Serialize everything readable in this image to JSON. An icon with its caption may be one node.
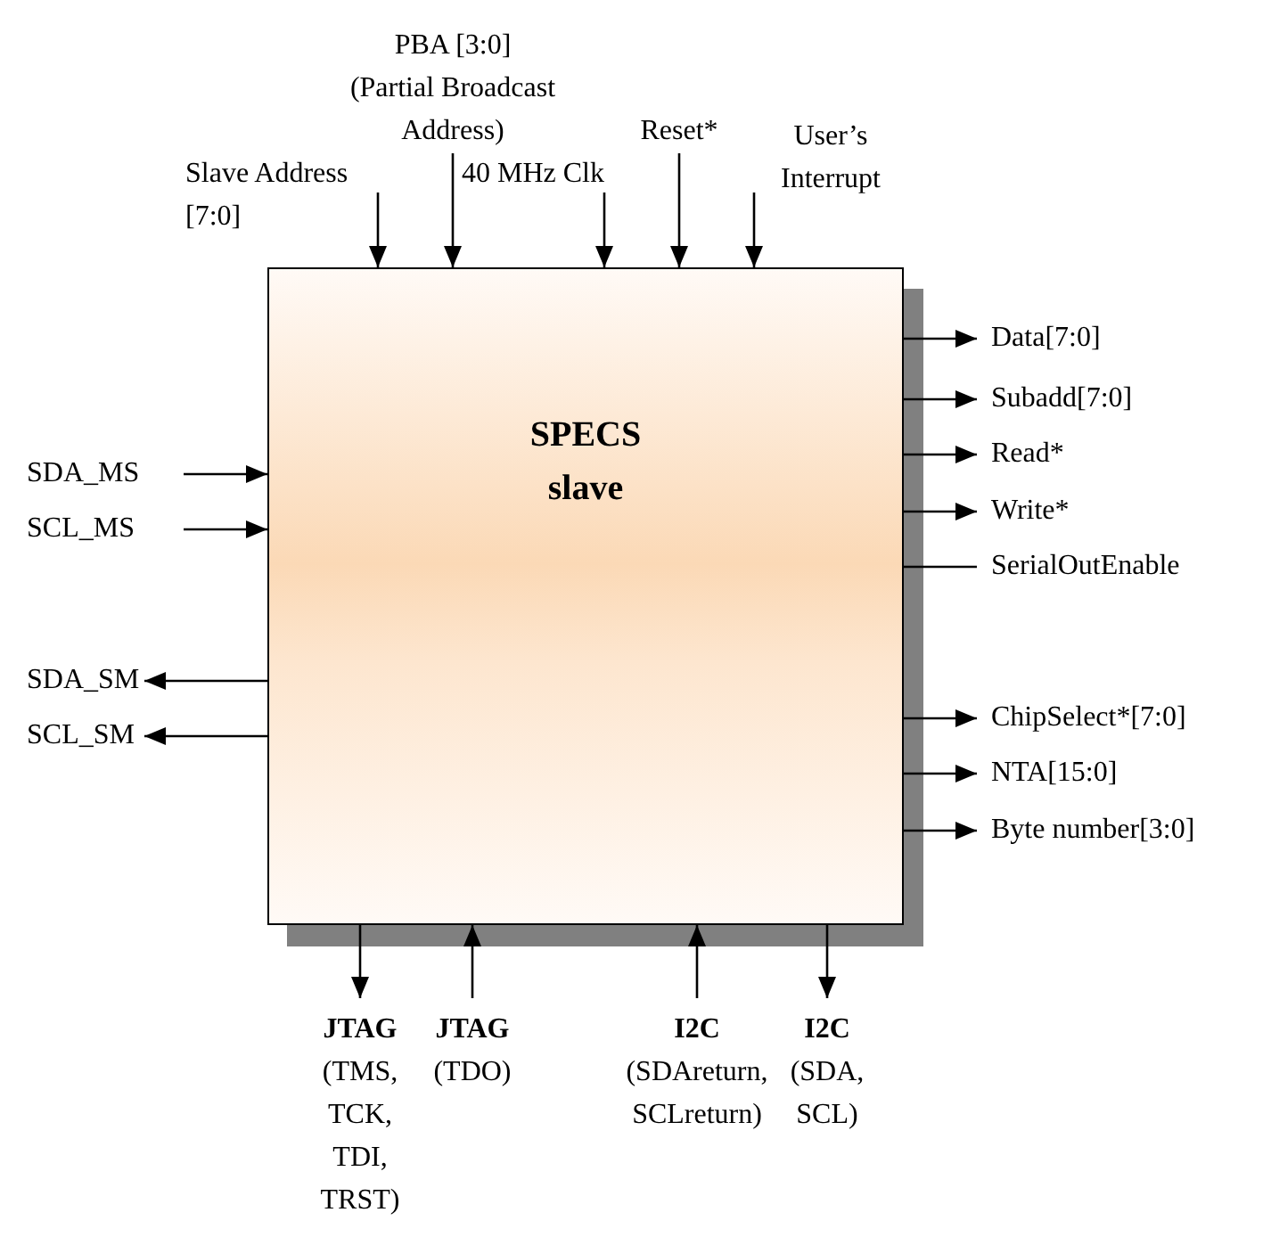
{
  "diagram": {
    "nodes": [
      {
        "text": [
          "SPECS slave"
        ]
      },
      {
        "text": [
          "Slave Address [7:0]"
        ]
      },
      {
        "text": [
          "PBA [3:0]",
          "(Partial Broadcast Address)"
        ]
      },
      {
        "text": [
          "40 MHz Clk"
        ]
      },
      {
        "text": [
          "Reset*"
        ]
      },
      {
        "text": [
          "User’s Interrupt"
        ]
      },
      {
        "text": [
          "SDA_MS"
        ]
      },
      {
        "text": [
          "SCL_MS"
        ]
      },
      {
        "text": [
          "SDA_SM"
        ]
      },
      {
        "text": [
          "SCL_SM"
        ]
      },
      {
        "text": [
          "Data[7:0]"
        ]
      },
      {
        "text": [
          "Subadd[7:0]"
        ]
      },
      {
        "text": [
          "Read*"
        ]
      },
      {
        "text": [
          "Write*"
        ]
      },
      {
        "text": [
          "SerialOutEnable"
        ]
      },
      {
        "text": [
          "ChipSelect*[7:0]"
        ]
      },
      {
        "text": [
          "NTA[15:0]"
        ]
      },
      {
        "text": [
          "Byte number[3:0]"
        ]
      },
      {
        "text": [
          "JTAG",
          "(TMS, TCK, TDI, TRST)"
        ]
      },
      {
        "text": [
          "JTAG",
          "(TDO)"
        ]
      },
      {
        "text": [
          "I2C",
          "(SDAreturn, SCLreturn)"
        ]
      },
      {
        "text": [
          "I2C",
          "(SDA, SCL)"
        ]
      }
    ],
    "edges": [
      {
        "from": 1,
        "to": 0,
        "arrow": "to"
      },
      {
        "from": 2,
        "to": 0,
        "arrow": "to"
      },
      {
        "from": 3,
        "to": 0,
        "arrow": "to"
      },
      {
        "from": 4,
        "to": 0,
        "arrow": "to"
      },
      {
        "from": 5,
        "to": 0,
        "arrow": "to"
      },
      {
        "from": 6,
        "to": 0,
        "arrow": "to"
      },
      {
        "from": 7,
        "to": 0,
        "arrow": "to"
      },
      {
        "from": 0,
        "to": 8,
        "arrow": "to"
      },
      {
        "from": 0,
        "to": 9,
        "arrow": "to"
      },
      {
        "from": 0,
        "to": 10,
        "arrow": "to"
      },
      {
        "from": 0,
        "to": 11,
        "arrow": "to"
      },
      {
        "from": 0,
        "to": 12,
        "arrow": "to"
      },
      {
        "from": 0,
        "to": 13,
        "arrow": "to"
      },
      {
        "from": 0,
        "to": 14,
        "arrow": "none"
      },
      {
        "from": 0,
        "to": 15,
        "arrow": "to"
      },
      {
        "from": 0,
        "to": 16,
        "arrow": "to"
      },
      {
        "from": 0,
        "to": 17,
        "arrow": "to"
      },
      {
        "from": 0,
        "to": 18,
        "arrow": "to"
      },
      {
        "from": 19,
        "to": 0,
        "arrow": "to"
      },
      {
        "from": 20,
        "to": 0,
        "arrow": "to"
      },
      {
        "from": 0,
        "to": 21,
        "arrow": "to"
      }
    ]
  }
}
